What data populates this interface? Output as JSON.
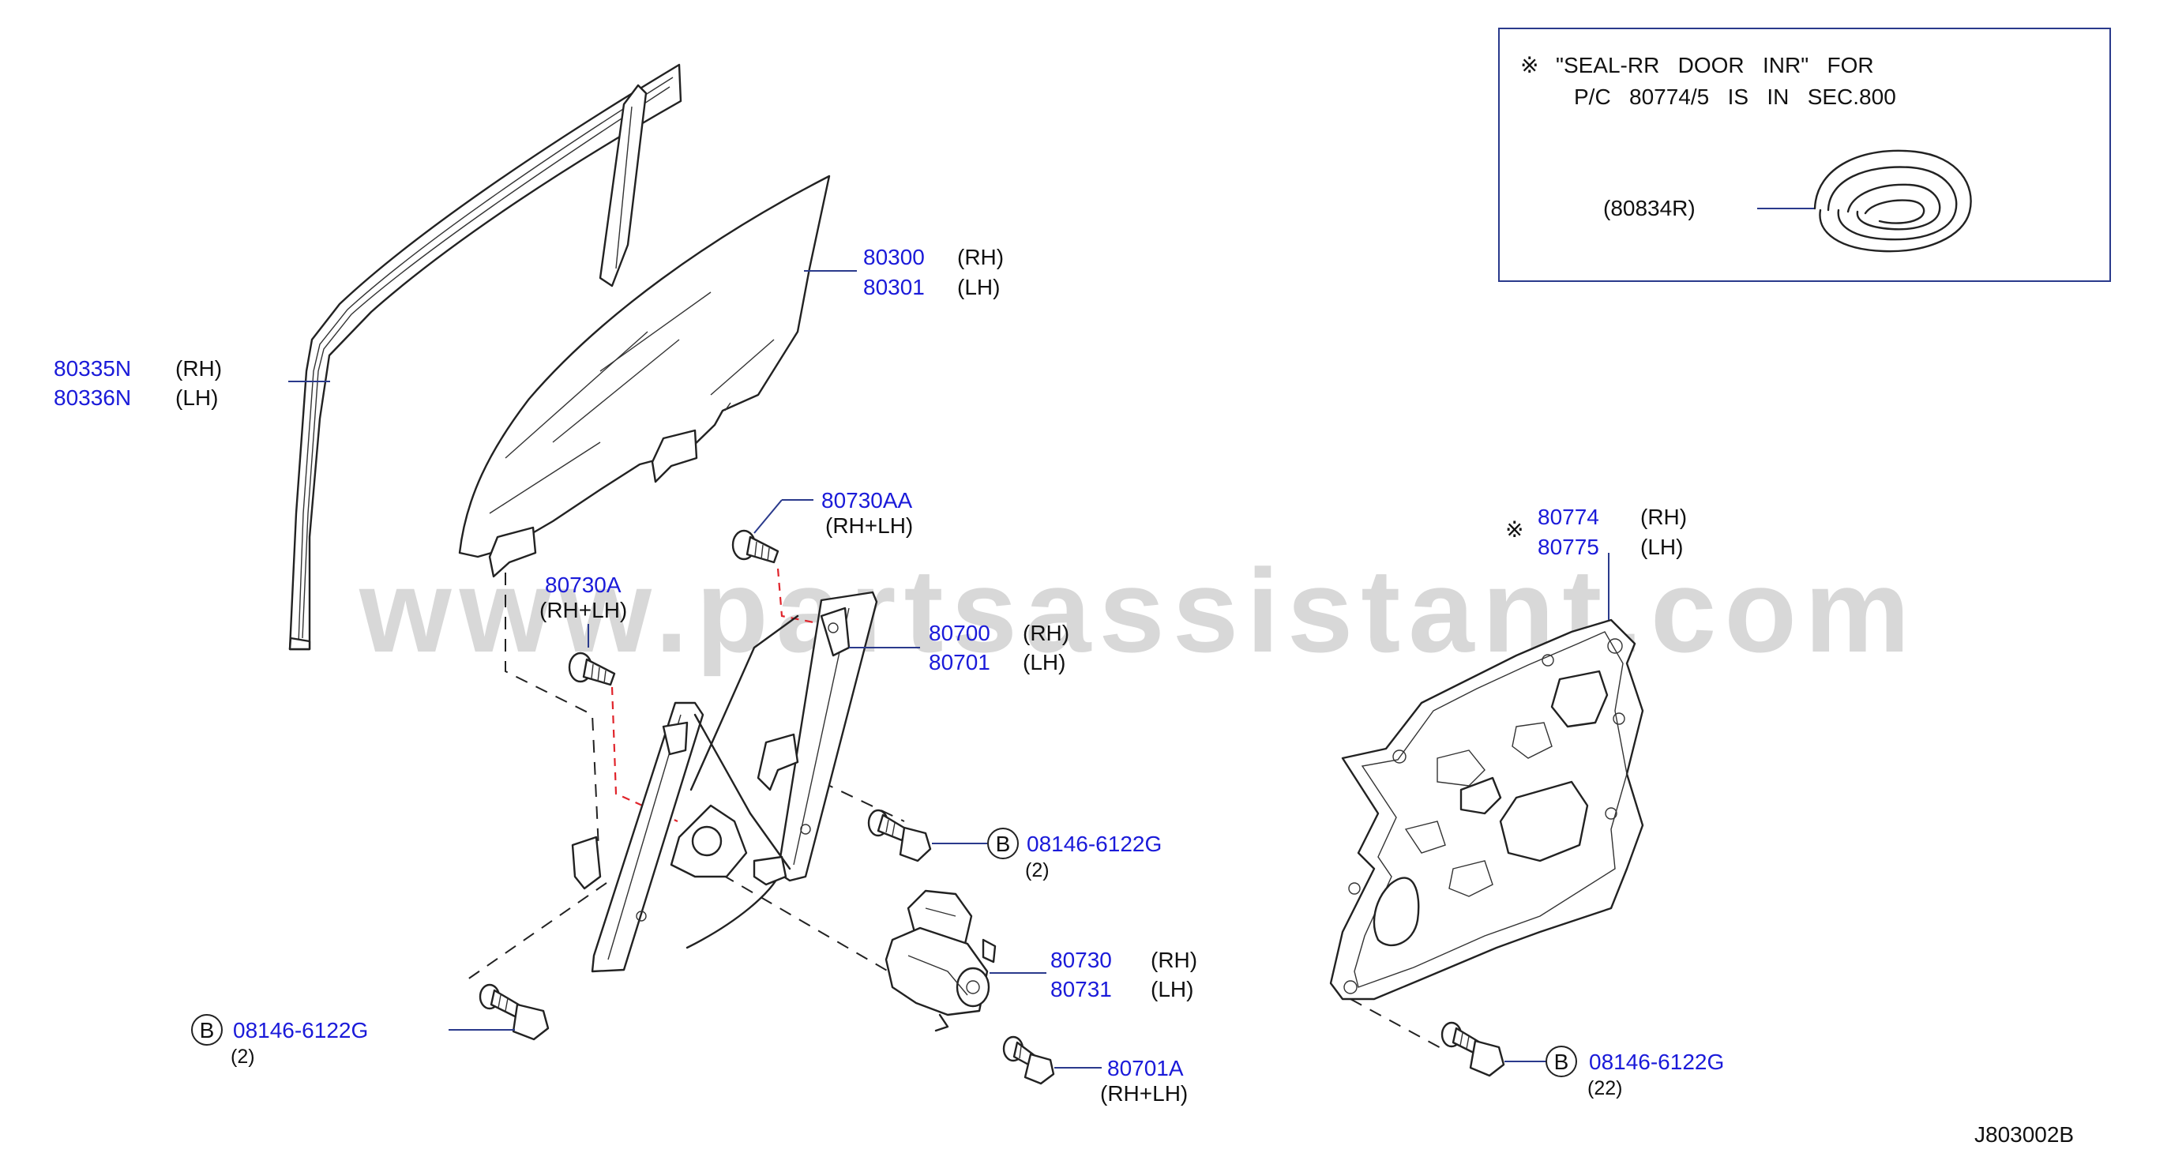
{
  "watermark": "www.partsassistant.com",
  "diagram_id": "J803002B",
  "note": {
    "mark": "※",
    "line1": "\"SEAL-RR   DOOR   INR\"   FOR",
    "line2": "P/C   80774/5   IS   IN   SEC.800",
    "part": "(80834R)"
  },
  "labels": {
    "sash_rh": "80335N",
    "sash_rh_side": "(RH)",
    "sash_lh": "80336N",
    "sash_lh_side": "(LH)",
    "glass_rh": "80300",
    "glass_rh_side": "(RH)",
    "glass_lh": "80301",
    "glass_lh_side": "(LH)",
    "bolt_aa": "80730AA",
    "bolt_aa_side": "(RH+LH)",
    "bolt_a": "80730A",
    "bolt_a_side": "(RH+LH)",
    "reg_rh": "80700",
    "reg_rh_side": "(RH)",
    "reg_lh": "80701",
    "reg_lh_side": "(LH)",
    "bolt_b1_mark": "B",
    "bolt_b1": "08146-6122G",
    "bolt_b1_qty": "(2)",
    "motor_rh": "80730",
    "motor_rh_side": "(RH)",
    "motor_lh": "80731",
    "motor_lh_side": "(LH)",
    "bolt_b2_mark": "B",
    "bolt_b2": "08146-6122G",
    "bolt_b2_qty": "(2)",
    "bolt_701a": "80701A",
    "bolt_701a_side": "(RH+LH)",
    "seal_mark": "※",
    "seal_rh": "80774",
    "seal_rh_side": "(RH)",
    "seal_lh": "80775",
    "seal_lh_side": "(LH)",
    "bolt_b3_mark": "B",
    "bolt_b3": "08146-6122G",
    "bolt_b3_qty": "(22)"
  }
}
